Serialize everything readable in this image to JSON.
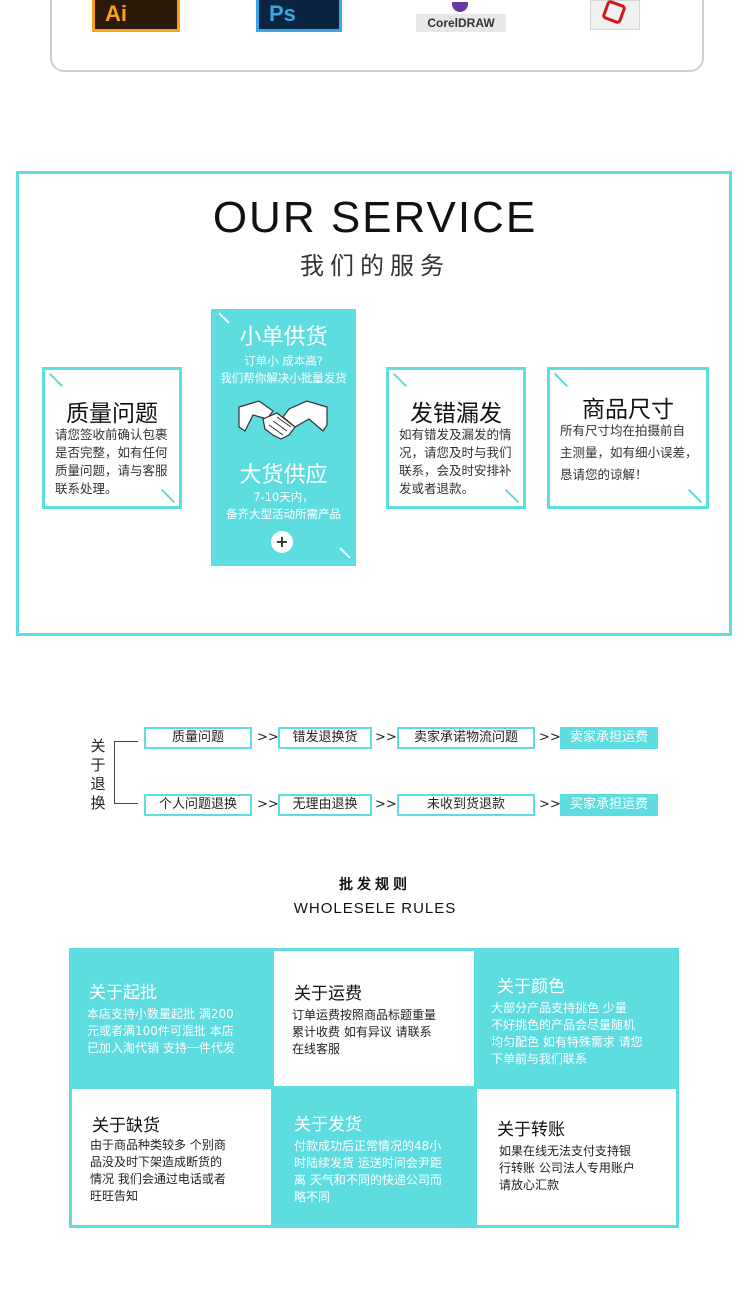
{
  "software_icons": [
    {
      "name": "Adobe Illustrator",
      "label": "Ai"
    },
    {
      "name": "Adobe Photoshop",
      "label": "Ps"
    },
    {
      "name": "CorelDRAW",
      "label": "CorelDRAW"
    },
    {
      "name": "Adobe PDF",
      "label": ""
    }
  ],
  "service": {
    "title": "OUR  SERVICE",
    "subtitle": "我们的服务",
    "cards": {
      "quality": {
        "title": "质量问题",
        "lines": [
          "请您签收前确认包裹",
          "是否完整，如有任何",
          "质量问题，请与客服",
          "联系处理。"
        ]
      },
      "wrong": {
        "title": "发错漏发",
        "lines": [
          "如有错发及漏发的情",
          "况，请您及时与我们",
          "联系，会及时安排补",
          "发或者退款。"
        ]
      },
      "size": {
        "title": "商品尺寸",
        "lines": [
          "所有尺寸均在拍摄前自",
          "主测量，如有细小误差，",
          "恳请您的谅解！"
        ]
      }
    },
    "center": {
      "title1": "小单供货",
      "sub1a": "订单小 成本高?",
      "sub1b": "我们帮你解决小批量发货",
      "title2": "大货供应",
      "sub2a": "7-10天内，",
      "sub2b": "备齐大型活动所需产品",
      "plus": "+"
    },
    "accent_color": "#5ddde0"
  },
  "returns": {
    "label": [
      "关",
      "于",
      "退",
      "换"
    ],
    "arrow": ">>",
    "row1": [
      "质量问题",
      "错发退换货",
      "卖家承诺物流问题",
      "卖家承担运费"
    ],
    "row2": [
      "个人问题退换",
      "无理由退换",
      "未收到货退款",
      "买家承担运费"
    ]
  },
  "rules": {
    "title_cn": "批发规则",
    "title_en": "WHOLESELE RULES",
    "cells": [
      {
        "title": "关于起批",
        "lines": [
          "本店支持小数量起批 满200",
          "元或者满100件可混批 本店",
          "已加入淘代销 支持一件代发"
        ]
      },
      {
        "title": "关于运费",
        "lines": [
          "订单运费按照商品标题重量",
          "累计收费 如有异议 请联系",
          "在线客服"
        ]
      },
      {
        "title": "关于颜色",
        "lines": [
          "大部分产品支持挑色 少量",
          "不好挑色的产品会尽量随机",
          "均匀配色 如有特殊需求 请您",
          "下单前与我们联系"
        ]
      },
      {
        "title": "关于缺货",
        "lines": [
          "由于商品种类较多 个别商",
          "品没及时下架造成断货的",
          "情况 我们会通过电话或者",
          "旺旺告知"
        ]
      },
      {
        "title": "关于发货",
        "lines": [
          "付款成功后正常情况的48小",
          "时陆续发货 运送时间会尹距",
          "离 天气和不同的快递公司而",
          "略不同"
        ]
      },
      {
        "title": "关于转账",
        "lines": [
          "如果在线无法支付支持银",
          "行转账 公司法人专用账户",
          "请放心汇款"
        ]
      }
    ]
  }
}
